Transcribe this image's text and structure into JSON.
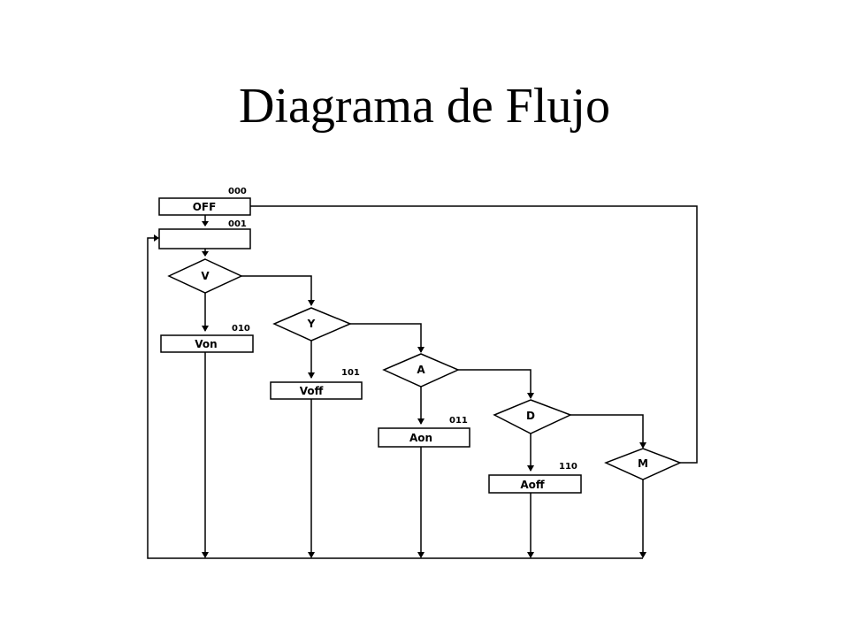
{
  "title": "Diagrama de Flujo",
  "nodes": {
    "off": {
      "label": "OFF",
      "code": "000"
    },
    "init": {
      "label": "",
      "code": "001"
    },
    "v": {
      "label": "V"
    },
    "von": {
      "label": "Von",
      "code": "010"
    },
    "y": {
      "label": "Y"
    },
    "voff": {
      "label": "Voff",
      "code": "101"
    },
    "a": {
      "label": "A"
    },
    "aon": {
      "label": "Aon",
      "code": "011"
    },
    "d": {
      "label": "D"
    },
    "aoff": {
      "label": "Aoff",
      "code": "110"
    },
    "m": {
      "label": "M"
    }
  }
}
